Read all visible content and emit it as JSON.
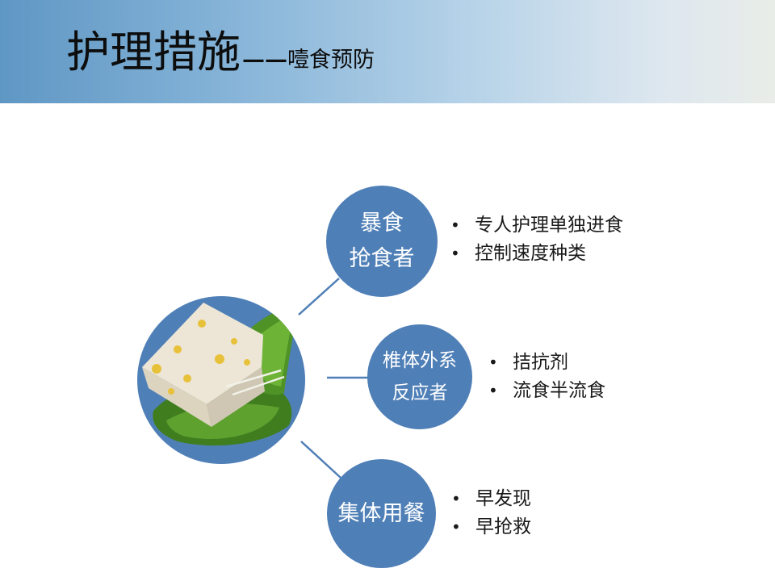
{
  "slide": {
    "title_main": "护理措施",
    "title_separator": "——",
    "title_sub": "噎食预防",
    "colors": {
      "header_gradient_start": "#5f97c4",
      "header_gradient_end": "#e9ede8",
      "node_fill": "#4f7fb7",
      "node_text": "#ffffff",
      "connector": "#4f7fb7"
    }
  },
  "hub": {
    "image": "zongzi-rice-dumpling-on-bamboo-leaves"
  },
  "nodes": [
    {
      "line1": "暴食",
      "line2": "抢食者",
      "bullets": [
        "专人护理单独进食",
        "控制速度种类"
      ]
    },
    {
      "line1": "椎体外系",
      "line2": "反应者",
      "bullets": [
        "拮抗剂",
        "流食半流食"
      ]
    },
    {
      "line1": "集体用餐",
      "line2": "",
      "bullets": [
        "早发现",
        "早抢救"
      ]
    }
  ]
}
